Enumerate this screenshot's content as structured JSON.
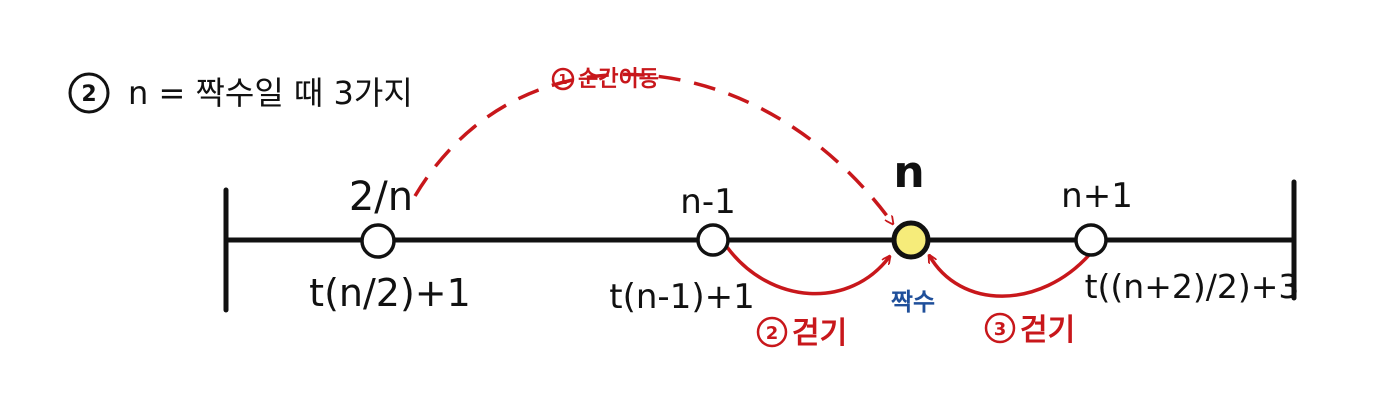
{
  "header": {
    "circled_number": "2",
    "title": "n = 짝수일 때  3가지"
  },
  "colors": {
    "line": "#111111",
    "arrow": "#c8171b",
    "highlight_fill": "#f6ec7a",
    "even_label": "#1f4f9a",
    "background": "#ffffff"
  },
  "points": [
    {
      "id": "half",
      "top_label": "2/n",
      "bottom_label": "t(n/2)+1",
      "highlighted": false
    },
    {
      "id": "prev",
      "top_label": "n-1",
      "bottom_label": "t(n-1)+1",
      "highlighted": false
    },
    {
      "id": "current",
      "top_label": "n",
      "bottom_label": "",
      "highlighted": true
    },
    {
      "id": "next",
      "top_label": "n+1",
      "bottom_label": "t((n+2)/2)+3",
      "highlighted": false
    }
  ],
  "current_note": "짝수",
  "moves": [
    {
      "number": "1",
      "label": "순간이동",
      "style": "dashed",
      "from": "half",
      "to": "current"
    },
    {
      "number": "2",
      "label": "걷기",
      "style": "solid",
      "from": "prev",
      "to": "current"
    },
    {
      "number": "3",
      "label": "걷기",
      "style": "solid",
      "from": "next",
      "to": "current"
    }
  ]
}
